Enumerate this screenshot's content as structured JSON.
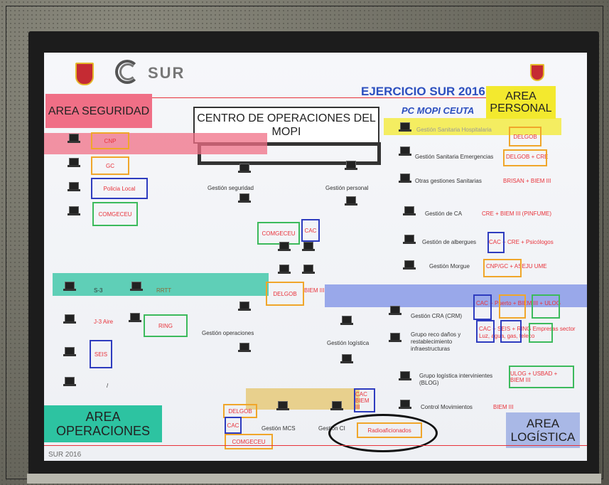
{
  "header": {
    "title": "EJERCICIO SUR 2016",
    "subtitle": "PC MOPI CEUTA",
    "logo_text": "SUR"
  },
  "areas": {
    "seguridad": "AREA SEGURIDAD",
    "personal": "AREA PERSONAL",
    "operaciones": "AREA OPERACIONES",
    "logistica": "AREA LOGÍSTICA"
  },
  "center": "CENTRO DE OPERACIONES DEL MOPI",
  "seguridad_items": [
    "CNP",
    "GC",
    "Policia Local",
    "COMGECEU"
  ],
  "mid_top": {
    "gestion_seguridad": "Gestión seguridad",
    "gestion_personal": "Gestión personal",
    "comgeceu": "COMGECEU",
    "cac": "CAC"
  },
  "personal_items": [
    {
      "label": "Gestión Sanitaria Hospitalaria",
      "tags": "DELGOB"
    },
    {
      "label": "Gestión Sanitaria Emergencias",
      "tags": "DELGOB + CRE"
    },
    {
      "label": "Otras gestiones Sanitarias",
      "tags": "BRISAN + BIEM III"
    },
    {
      "label": "Gestión de CA",
      "tags": "CRE + BIEM III (PINFUME)"
    },
    {
      "label": "Gestión de albergues",
      "tags": "CAC + CRE + Psicólogos"
    },
    {
      "label": "Gestión Morgue",
      "tags": "CNP/GC + ASEJU UME"
    }
  ],
  "ops_left": {
    "s3": "S-3",
    "rrtt": "RRTT",
    "j3": "J-3 Aire",
    "ring": "RING",
    "seis": "SEIS",
    "slash": "/"
  },
  "mid_bottom": {
    "delgob": "DELGOB",
    "biem": "BIEM III",
    "gestion_operaciones": "Gestión operaciones",
    "gestion_logistica": "Gestión logística"
  },
  "logistica_items": [
    {
      "label": "Gestión CRA (CRM)",
      "tags": "CAC + Puerto + BIEM III + ULOG"
    },
    {
      "label": "Grupo reco daños y restablecimiento infraestructuras",
      "tags": "CAC + SEIS + RING Empresas sector Luz, agua, gas, teleco"
    },
    {
      "label": "Grupo logística intervinientes (BLOG)",
      "tags": "ULOG + USBAD + BIEM III"
    },
    {
      "label": "Control Movimientos",
      "tags": "BIEM III"
    }
  ],
  "bottom_row": {
    "delgob": "DELGOB",
    "cac": "CAC",
    "gestion_mcs": "Gestión MCS",
    "gestion_ci": "Gestión CI",
    "cac_biem": "CAC BIEM III",
    "radio": "Radioaficionados",
    "comgeceu": "COMGECEU"
  },
  "footer": "SUR 2016"
}
